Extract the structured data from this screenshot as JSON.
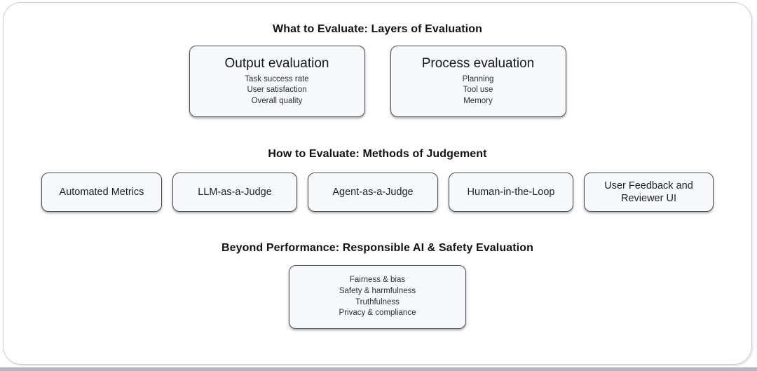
{
  "colors": {
    "frame_border": "#c6ccd4",
    "box_background": "#f8f9fa",
    "box_border": "#4a4e54",
    "text": "#1d1f22",
    "bottom_strip": "#b2b8bf"
  },
  "sections": {
    "layers": {
      "title": "What to Evaluate: Layers of Evaluation",
      "boxes": [
        {
          "title": "Output evaluation",
          "items": [
            "Task success rate",
            "User satisfaction",
            "Overall quality"
          ]
        },
        {
          "title": "Process evaluation",
          "items": [
            "Planning",
            "Tool use",
            "Memory"
          ]
        }
      ]
    },
    "methods": {
      "title": "How to Evaluate: Methods of Judgement",
      "boxes": [
        {
          "title": "Automated Metrics"
        },
        {
          "title": "LLM-as-a-Judge"
        },
        {
          "title": "Agent-as-a-Judge"
        },
        {
          "title": "Human-in-the-Loop"
        },
        {
          "title": "User Feedback and Reviewer UI"
        }
      ]
    },
    "safety": {
      "title": "Beyond Performance: Responsible AI & Safety Evaluation",
      "boxes": [
        {
          "items": [
            "Fairness & bias",
            "Safety & harmfulness",
            "Truthfulness",
            "Privacy & compliance"
          ]
        }
      ]
    }
  }
}
